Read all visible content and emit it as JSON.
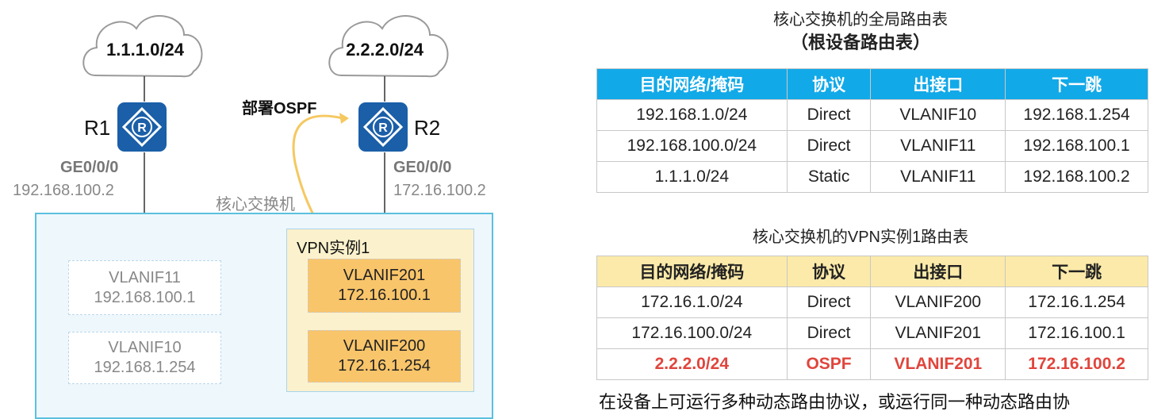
{
  "topology": {
    "cloud_left": "1.1.1.0/24",
    "cloud_right": "2.2.2.0/24",
    "r1_name": "R1",
    "r2_name": "R2",
    "r1_port": "GE0/0/0",
    "r1_ip": "192.168.100.2",
    "r2_port": "GE0/0/0",
    "r2_ip": "172.16.100.2",
    "deploy_label": "部署OSPF",
    "switch_label": "核心交换机",
    "vpn_label": "VPN实例1",
    "vlanif11": {
      "name": "VLANIF11",
      "ip": "192.168.100.1"
    },
    "vlanif10": {
      "name": "VLANIF10",
      "ip": "192.168.1.254"
    },
    "vlanif201": {
      "name": "VLANIF201",
      "ip": "172.16.100.1"
    },
    "vlanif200": {
      "name": "VLANIF200",
      "ip": "172.16.1.254"
    },
    "colors": {
      "router": "#1a5fa8",
      "arrow": "#f5c860",
      "switch_border": "#5bc0de"
    }
  },
  "global_table": {
    "title_line1": "核心交换机的全局路由表",
    "title_line2": "（根设备路由表）",
    "headers": [
      "目的网络/掩码",
      "协议",
      "出接口",
      "下一跳"
    ],
    "rows": [
      [
        "192.168.1.0/24",
        "Direct",
        "VLANIF10",
        "192.168.1.254"
      ],
      [
        "192.168.100.0/24",
        "Direct",
        "VLANIF11",
        "192.168.100.1"
      ],
      [
        "1.1.1.0/24",
        "Static",
        "VLANIF11",
        "192.168.100.2"
      ]
    ],
    "header_color": "#12a9e8"
  },
  "vpn_table": {
    "title": "核心交换机的VPN实例1路由表",
    "headers": [
      "目的网络/掩码",
      "协议",
      "出接口",
      "下一跳"
    ],
    "rows": [
      [
        "172.16.1.0/24",
        "Direct",
        "VLANIF200",
        "172.16.1.254"
      ],
      [
        "172.16.100.0/24",
        "Direct",
        "VLANIF201",
        "172.16.100.1"
      ],
      [
        "2.2.2.0/24",
        "OSPF",
        "VLANIF201",
        "172.16.100.2"
      ]
    ],
    "header_color": "#fbeaa9",
    "highlight_color": "#e0453c"
  },
  "footer_cut_text": "在设备上可运行多种动态路由协议，或运行同一种动态路由协"
}
